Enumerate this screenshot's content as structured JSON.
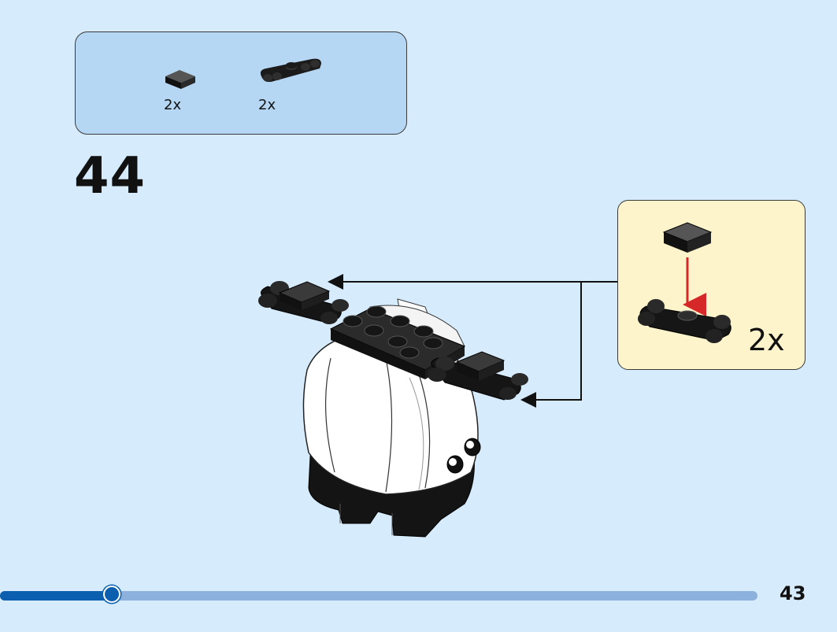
{
  "parts_list": {
    "items": [
      {
        "name": "black-tile-1x1",
        "quantity": "2x"
      },
      {
        "name": "black-bracket-plate",
        "quantity": "2x"
      }
    ]
  },
  "step": {
    "number": "44"
  },
  "sub_assembly": {
    "quantity": "2x"
  },
  "progress": {
    "fraction": 0.148
  },
  "page": {
    "number": "43"
  },
  "colors": {
    "background": "#d6ebfb",
    "parts_box": "#b6d7f4",
    "sub_box": "#fdf4cc",
    "progress_fill": "#0b5fae",
    "progress_track": "#8db1dd",
    "arrow_red": "#d62828"
  }
}
